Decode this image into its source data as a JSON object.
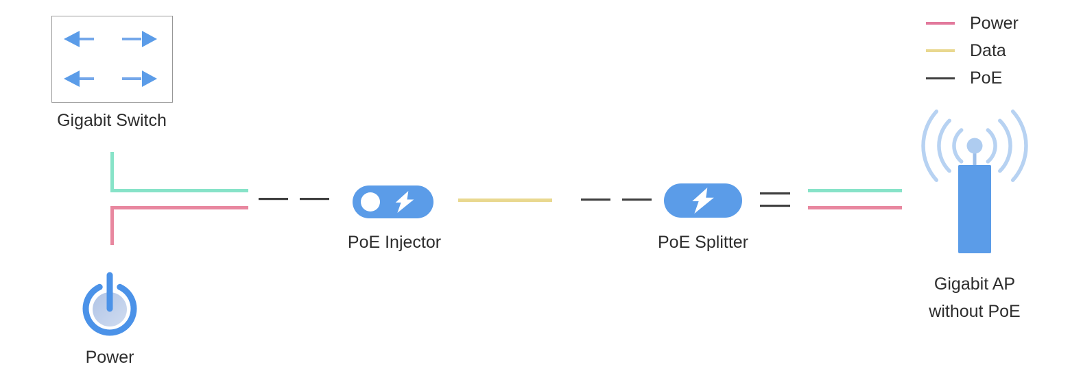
{
  "diagram": {
    "legend": {
      "items": [
        {
          "label": "Power",
          "color": "#e2799c"
        },
        {
          "label": "Data",
          "color": "#e9d88f"
        },
        {
          "label": "PoE",
          "color": "#3f3f3f"
        }
      ]
    },
    "nodes": {
      "gigabit_switch": {
        "label": "Gigabit Switch"
      },
      "power": {
        "label": "Power"
      },
      "poe_injector": {
        "label": "PoE Injector"
      },
      "poe_splitter": {
        "label": "PoE Splitter"
      },
      "gigabit_ap": {
        "label_line1": "Gigabit AP",
        "label_line2": "without PoE"
      }
    },
    "connections": [
      {
        "from": "Gigabit Switch",
        "to": "PoE Injector",
        "line": "teal solid then black dashed"
      },
      {
        "from": "Power",
        "to": "PoE Injector",
        "line": "pink solid then black dashed"
      },
      {
        "from": "PoE Injector",
        "to": "PoE Splitter",
        "line": "yellow solid then black dashed"
      },
      {
        "from": "PoE Splitter",
        "to": "Gigabit AP without PoE",
        "line": "black double then teal and pink parallel"
      }
    ],
    "colors": {
      "icon_blue": "#5b9ce8",
      "teal_line": "#87e3c8",
      "pink_line": "#e8879f",
      "yellow_line": "#e9d88f",
      "black_line": "#3f3f3f",
      "light_blue": "#b7d2f2",
      "ball_blue": "#aeccf0",
      "text": "#2d2d2d"
    }
  }
}
